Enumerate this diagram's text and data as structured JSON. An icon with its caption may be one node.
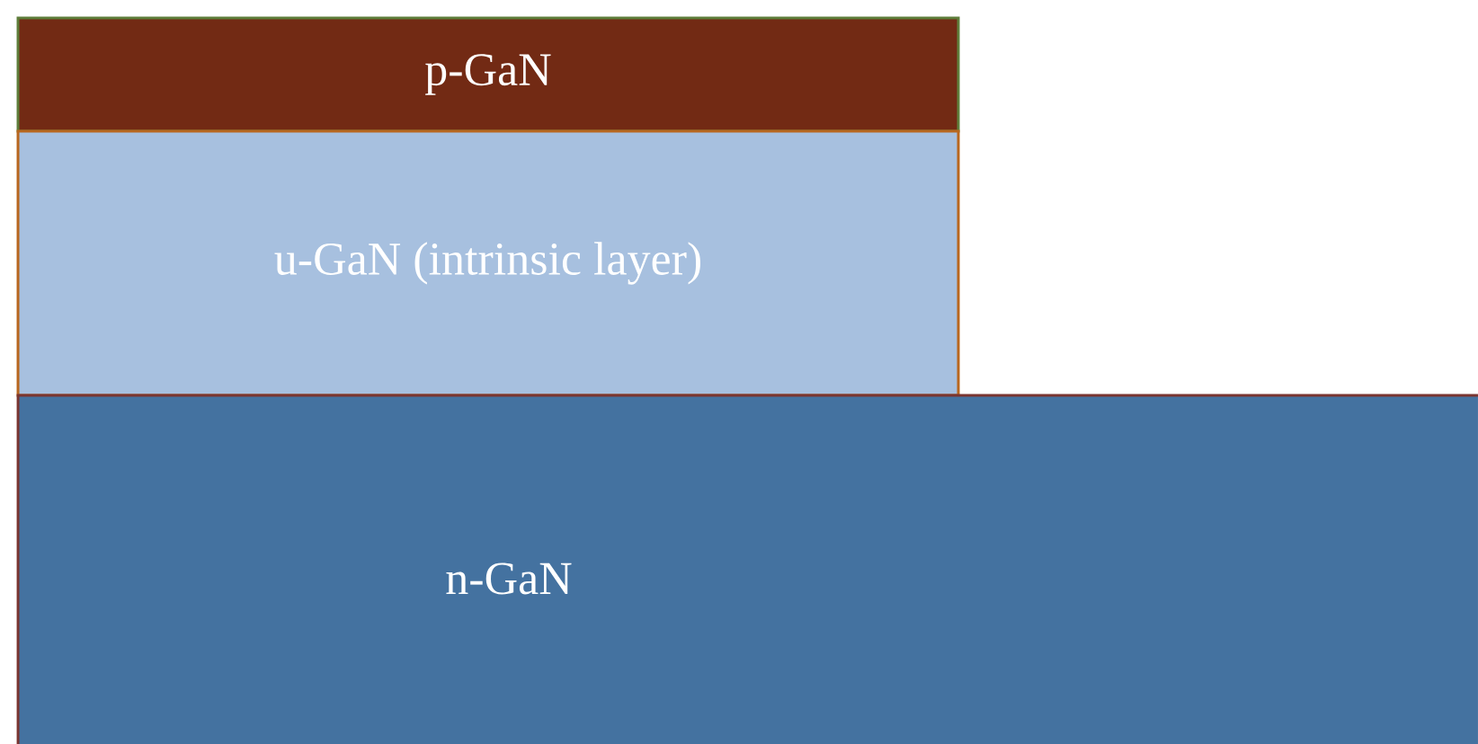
{
  "diagram": {
    "nodes": [
      {
        "text": [
          "p-GaN"
        ]
      },
      {
        "text": [
          "u-GaN (intrinsic layer)"
        ]
      },
      {
        "text": [
          "n-GaN"
        ]
      }
    ]
  }
}
